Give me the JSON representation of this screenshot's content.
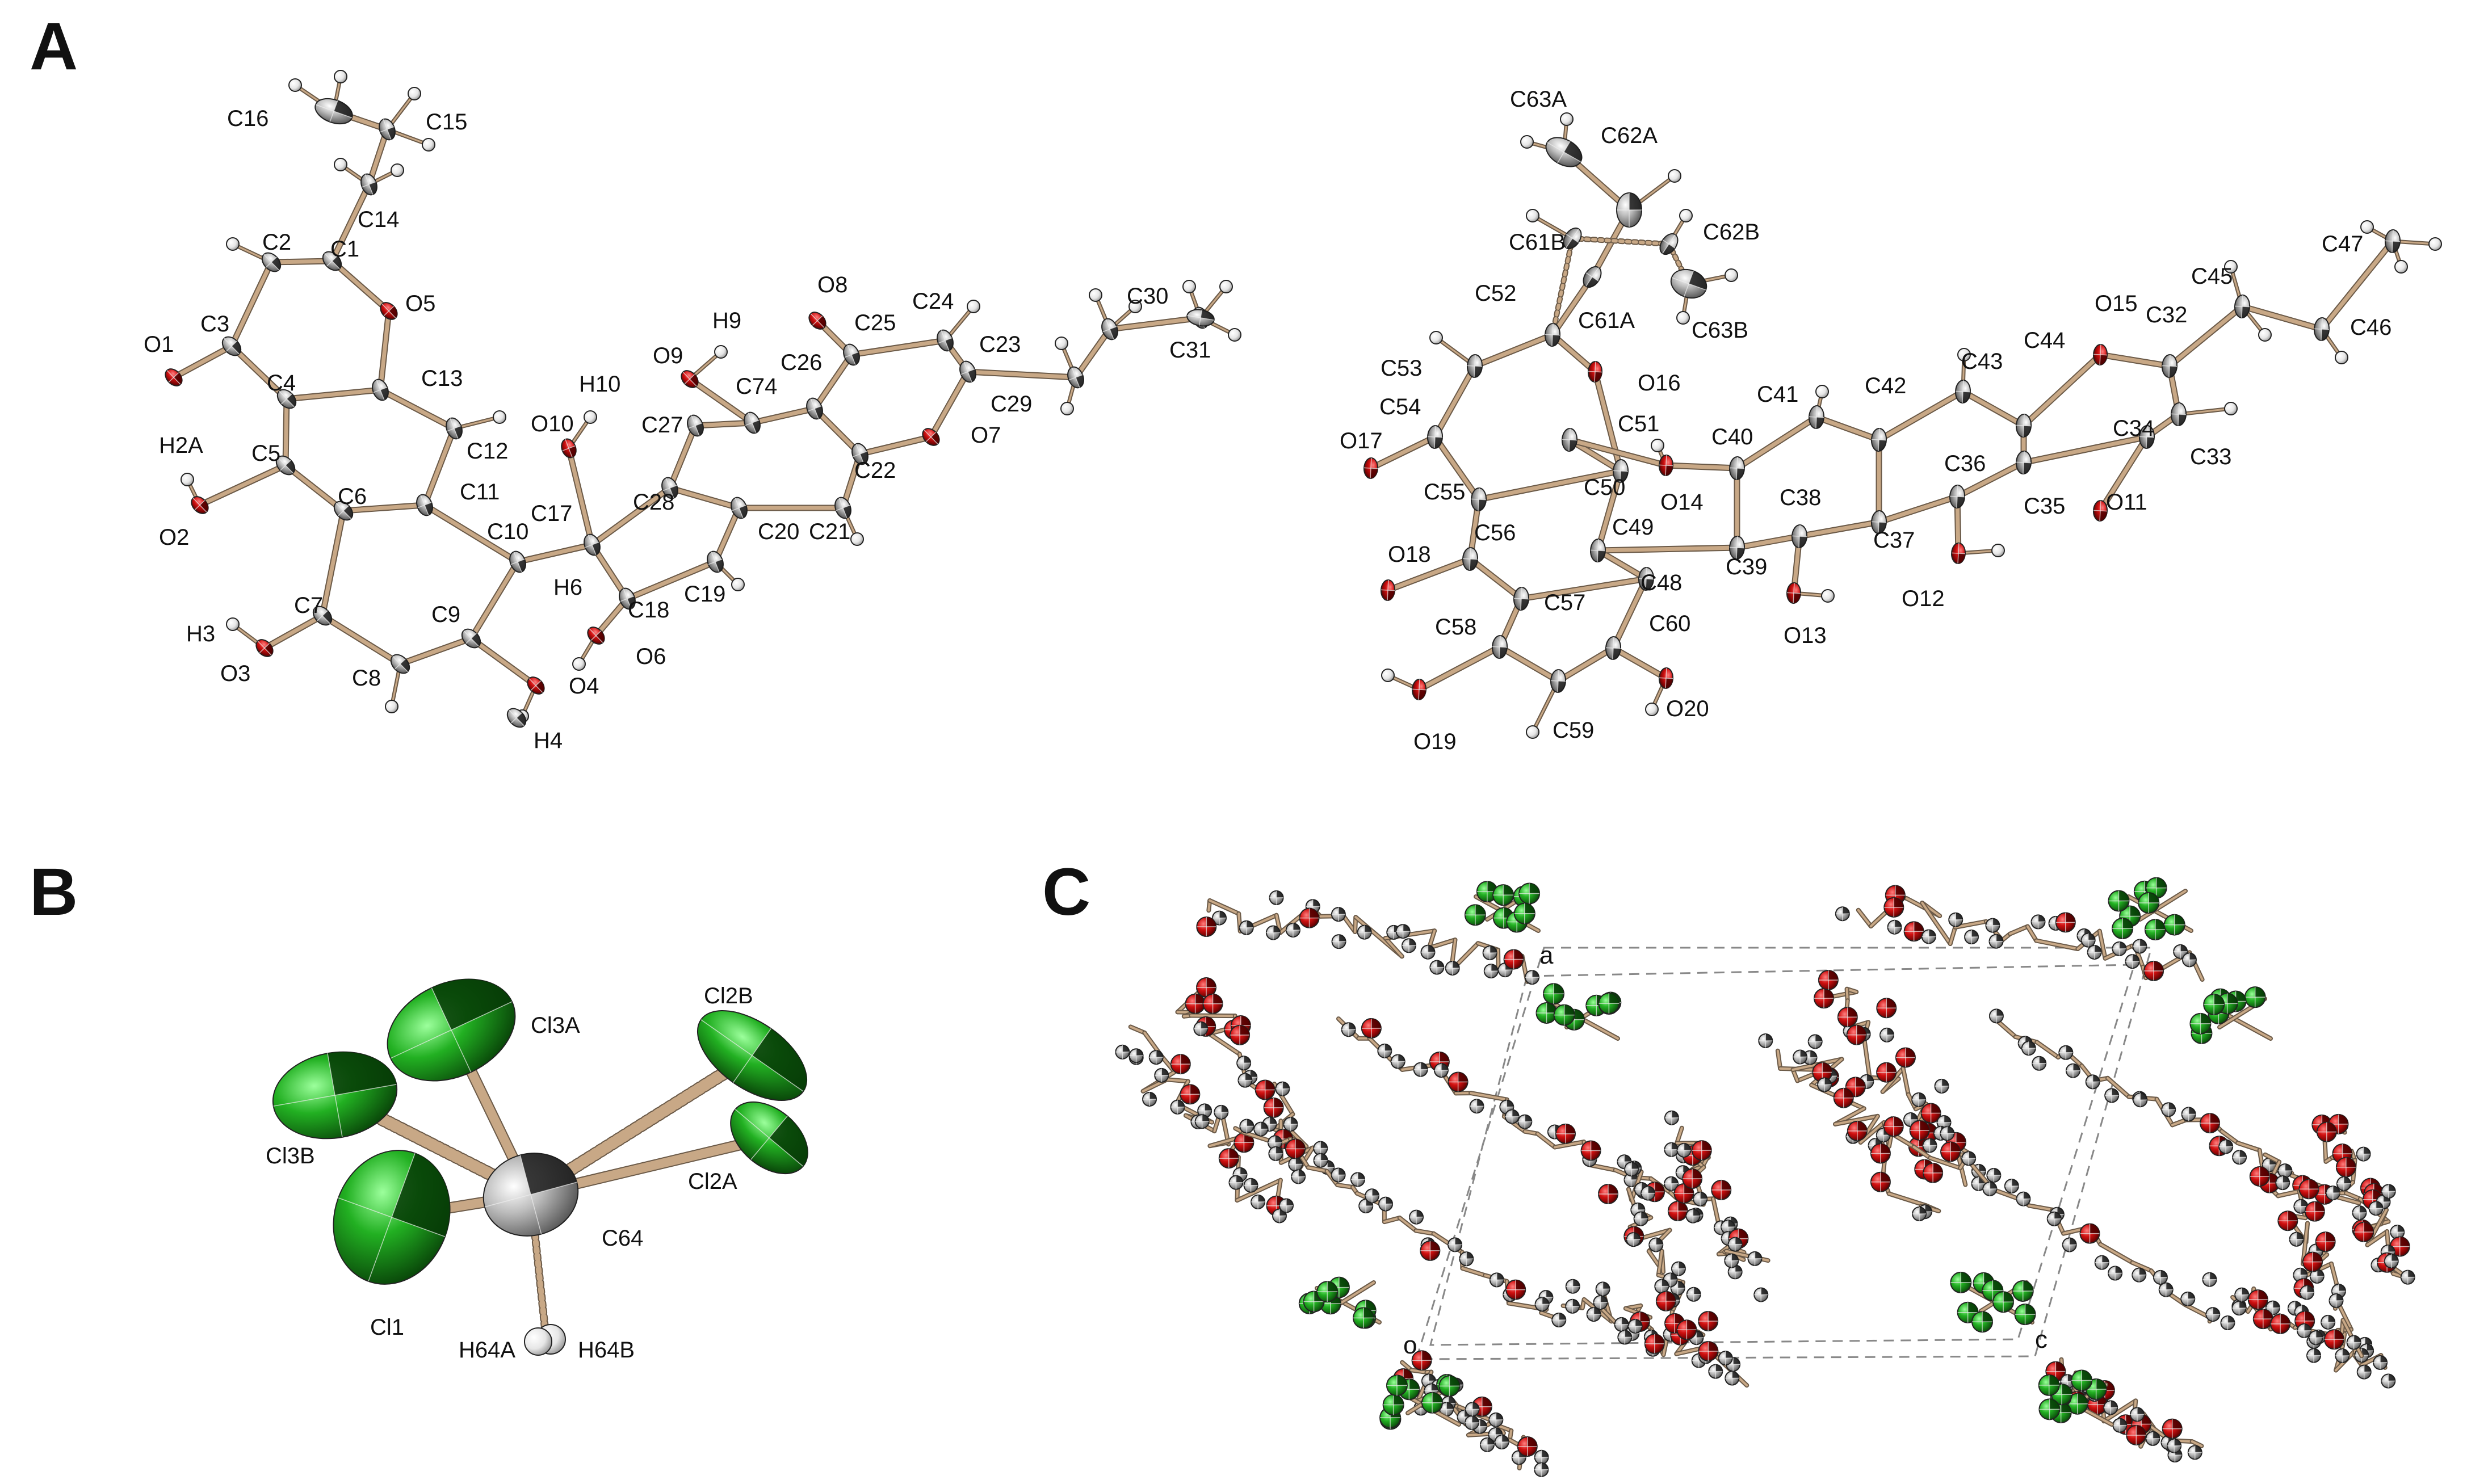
{
  "figure": {
    "panels": [
      "A",
      "B",
      "C"
    ]
  },
  "colors": {
    "bond": "#c8a886",
    "carbon": "#a9a9a9",
    "oxygen": "#cc1010",
    "chlorine": "#22b022",
    "hydrogen": "#f4f4f4"
  },
  "panel_a_left_atoms": [
    "C16",
    "C15",
    "C14",
    "C2",
    "C1",
    "O5",
    "C3",
    "O1",
    "C4",
    "C13",
    "H2A",
    "C5",
    "C12",
    "C6",
    "C11",
    "O2",
    "C10",
    "C7",
    "C9",
    "H3",
    "O3",
    "C8",
    "O4",
    "H4",
    "O10",
    "H10",
    "C17",
    "C28",
    "C27",
    "O9",
    "H9",
    "C74",
    "C26",
    "C25",
    "O8",
    "C24",
    "C23",
    "C29",
    "C30",
    "C31",
    "O7",
    "C22",
    "C21",
    "C20",
    "C19",
    "C18",
    "H6",
    "O6"
  ],
  "panel_a_right_atoms": [
    "C63A",
    "C62A",
    "C61B",
    "C62B",
    "C52",
    "C61A",
    "C63B",
    "C53",
    "O16",
    "C54",
    "C51",
    "C41",
    "C42",
    "C43",
    "O15",
    "C44",
    "C32",
    "C45",
    "C47",
    "C46",
    "O17",
    "C40",
    "C55",
    "C50",
    "O14",
    "C36",
    "C34",
    "C33",
    "C56",
    "C49",
    "C38",
    "C35",
    "O11",
    "O18",
    "C39",
    "C37",
    "C48",
    "C57",
    "O12",
    "C58",
    "C60",
    "O13",
    "O19",
    "C59",
    "O20"
  ],
  "panel_b_atoms": [
    "Cl3A",
    "Cl2B",
    "Cl3B",
    "Cl2A",
    "C64",
    "Cl1",
    "H64A",
    "H64B"
  ],
  "panel_c_axes": [
    "a",
    "c",
    "o"
  ]
}
